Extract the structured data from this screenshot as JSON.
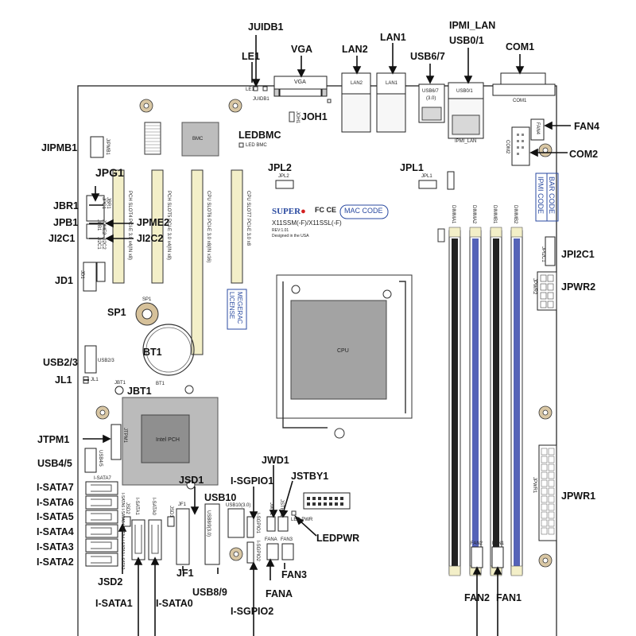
{
  "callouts": {
    "juidb1": "JUIDB1",
    "le1": "LE1",
    "vga": "VGA",
    "lan2": "LAN2",
    "lan1": "LAN1",
    "usb67": "USB6/7",
    "ipmi_lan": "IPMI_LAN",
    "usb01": "USB0/1",
    "com1": "COM1",
    "fan4": "FAN4",
    "com2": "COM2",
    "joh1": "JOH1",
    "ledbmc": "LEDBMC",
    "jipmb1": "JIPMB1",
    "jpg1": "JPG1",
    "jbr1": "JBR1",
    "jpb1": "JPB1",
    "jpme2": "JPME2",
    "ji2c1": "JI2C1",
    "ji2c2": "JI2C2",
    "jd1": "JD1",
    "jpl2": "JPL2",
    "jpl1": "JPL1",
    "jpi2c1": "JPI2C1",
    "jpwr2": "JPWR2",
    "sp1": "SP1",
    "bt1": "BT1",
    "usb23": "USB2/3",
    "jl1": "JL1",
    "jbt1": "JBT1",
    "jtpm1": "JTPM1",
    "usb45": "USB4/5",
    "isata7": "I-SATA7",
    "isata6": "I-SATA6",
    "isata5": "I-SATA5",
    "isata4": "I-SATA4",
    "isata3": "I-SATA3",
    "isata2": "I-SATA2",
    "jsd2": "JSD2",
    "isata1": "I-SATA1",
    "isata0": "I-SATA0",
    "jsd1": "JSD1",
    "jf1": "JF1",
    "usb10": "USB10",
    "usb89": "USB8/9",
    "isgpio1": "I-SGPIO1",
    "isgpio2": "I-SGPIO2",
    "jwd1": "JWD1",
    "jstby1": "JSTBY1",
    "ledpwr": "LEDPWR",
    "fana": "FANA",
    "fan3": "FAN3",
    "fan2": "FAN2",
    "fan1": "FAN1",
    "jpwr1": "JPWR1"
  },
  "board": {
    "brand": "SUPER",
    "model": "X11SSM(-F)/X11SSL(-F)",
    "rev": "REV:1.01",
    "origin": "Designed in the USA",
    "mac_code": "MAC CODE",
    "bar_code": "BAR CODE",
    "ipmi_code": "IPMI CODE",
    "megerac": "MEGERAC",
    "license": "LICENSE",
    "bmc": "BMC",
    "cpu": "CPU",
    "pch": "Intel PCH",
    "slot4": "PCH SLOT4 PCI-E 3.0 x4(IN x8)",
    "slot5": "PCH SLOT5 PCI-E 3.0 x4(IN x8)",
    "slot6": "CPU SLOT6 PCI-E 3.0 x8(IN x16)",
    "slot7": "CPU SLOT7 PCI-E 3.0 x8",
    "dimma1": "DIMMA1",
    "dimma2": "DIMMA2",
    "dimmb1": "DIMMB1",
    "dimmb2": "DIMMB2"
  },
  "silk": {
    "vga": "VGA",
    "lan2": "LAN2",
    "lan1": "LAN1",
    "usb67": "USB6/7",
    "usb67b": "(3.0)",
    "usb01": "USB0/1",
    "ipmi_lan": "IPMI_LAN",
    "com1": "COM1",
    "com2": "COM2",
    "fan4": "FAN4",
    "le1": "LE1",
    "juidb1": "JUIDB1",
    "joh1": "JOH1",
    "led_bmc": "LED BMC",
    "jipmb1": "JIPMB1",
    "jpl2": "JPL2",
    "jpl1": "JPL1",
    "jpi2c1": "JPI2C1",
    "jpwr2": "JPWR2",
    "jd1": "JD1",
    "sp1": "SP1",
    "bt1": "BT1",
    "usb23": "USB2/3",
    "jl1": "JL1",
    "jbt1": "JBT1",
    "jtpm1": "JTPM1",
    "usb45": "USB4/5",
    "isata7": "I-SATA7",
    "sata_group": "I-SATA6 I-SATA5 I-SATA4 I-SATA3 I-SATA2",
    "jsd2": "JSD2",
    "isata1": "I-SATA1",
    "isata0": "I-SATA0",
    "jsd1": "JSD1",
    "jf1": "JF1",
    "usb89": "USB8/9(3.0)",
    "usb10": "USB10(3.0)",
    "isgpio1": "I-SGPIO1",
    "isgpio2": "I-SGPIO2",
    "jwd1": "JWD1",
    "jstby1": "JSTBY1",
    "led_pwr": "LED PWR",
    "fana": "FANA",
    "fan3": "FAN3",
    "fan2": "FAN2",
    "fan1": "FAN1",
    "jpwr1": "JPWR1",
    "jbr1": "JBR1",
    "jpg1": "JPG1",
    "jpb1": "JPB1",
    "jpme2": "JPME2",
    "ji2c1": "JI2C1",
    "ji2c2": "JI2C2"
  },
  "colors": {
    "outline": "#1a1a1a",
    "slot_fill": "#f3efc8",
    "dimm_blue": "#5563b8",
    "chip_gray": "#9a9a9a",
    "text_blue": "#2a4aa0",
    "brand_red": "#d32020"
  }
}
